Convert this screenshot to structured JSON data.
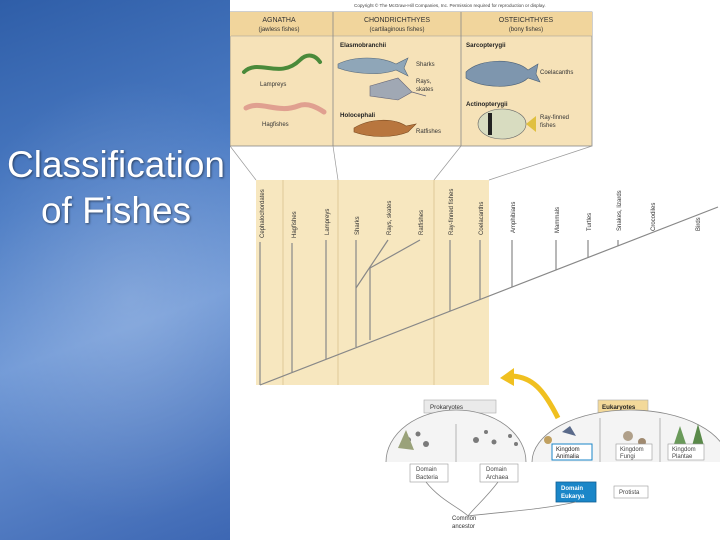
{
  "slide": {
    "title_line1": "Classification",
    "title_line2": "of Fishes"
  },
  "figure": {
    "copyright": "Copyright © The McGraw-Hill Companies, Inc. Permission required for reproduction or display.",
    "groups": [
      {
        "name": "AGNATHA",
        "sub": "(jawless fishes)"
      },
      {
        "name": "CHONDRICHTHYES",
        "sub": "(cartilaginous fishes)"
      },
      {
        "name": "OSTEICHTHYES",
        "sub": "(bony fishes)"
      }
    ],
    "subgroups": {
      "elasmobranchii": "Elasmobranchii",
      "holocephali": "Holocephali",
      "sarcopterygii": "Sarcopterygii",
      "actinopterygii": "Actinopterygii"
    },
    "fish_labels": {
      "lampreys": "Lampreys",
      "hagfishes": "Hagfishes",
      "sharks": "Sharks",
      "rays_1": "Rays,",
      "rays_2": "skates",
      "ratfishes": "Ratfishes",
      "coelacanths": "Coelacanths",
      "rayfinned_1": "Ray-finned",
      "rayfinned_2": "fishes"
    },
    "taxa": [
      "Cephalochordates",
      "Hagfishes",
      "Lampreys",
      "Sharks",
      "Rays, skates",
      "Ratfishes",
      "Ray-finned fishes",
      "Coelacanths",
      "Amphibians",
      "Mammals",
      "Turtles",
      "Snakes, lizards",
      "Crocodiles",
      "Birds"
    ],
    "tree": {
      "prokaryotes": "Prokaryotes",
      "eukaryotes": "Eukaryotes",
      "kingdom_animalia_1": "Kingdom",
      "kingdom_animalia_2": "Animalia",
      "kingdom_fungi_1": "Kingdom",
      "kingdom_fungi_2": "Fungi",
      "kingdom_plantae_1": "Kingdom",
      "kingdom_plantae_2": "Plantae",
      "domain_bacteria_1": "Domain",
      "domain_bacteria_2": "Bacteria",
      "domain_archaea_1": "Domain",
      "domain_archaea_2": "Archaea",
      "domain_eukarya_1": "Domain",
      "domain_eukarya_2": "Eukarya",
      "protista": "Protista",
      "common_ancestor_1": "Common",
      "common_ancestor_2": "ancestor"
    },
    "colors": {
      "highlight": "#f7e7bf",
      "arrow": "#f0c020",
      "eukarya_box": "#1a86c8",
      "outline": "#777777"
    }
  }
}
